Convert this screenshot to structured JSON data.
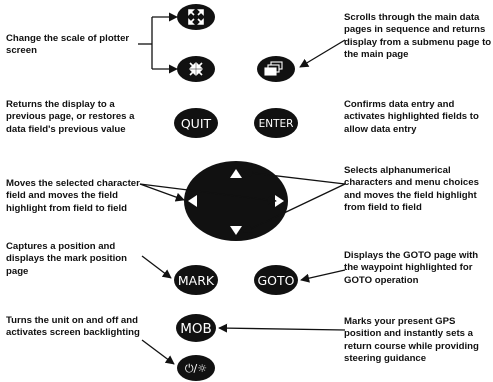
{
  "descriptions": {
    "zoom": "Change the scale of plotter screen",
    "page": "Scrolls through the main data pages in sequence and returns display from a submenu page to the main page",
    "quit": "Returns the display to a previous page, or restores a data field's previous value",
    "enter": "Confirms data entry and activates highlighted fields to allow data entry",
    "rocker_left": "Moves the selected character field and moves the field highlight from field to field",
    "rocker_right": "Selects alphanumerical characters and menu choices and moves the field highlight from field to field",
    "mark": "Captures a position and displays the mark position page",
    "goto": "Displays the GOTO page with the waypoint highlighted for GOTO operation",
    "power": "Turns the unit on and off and activates screen backlighting",
    "mob": "Marks your present GPS position and instantly sets a return course while providing steering guidance"
  },
  "buttons": {
    "quit": "QUIT",
    "enter": "ENTER",
    "mark": "MARK",
    "goto": "GOTO",
    "mob": "MOB",
    "power": "⏻/☼"
  },
  "icons": {
    "zoom_out": "zoom-out-arrows-icon",
    "zoom_in": "zoom-in-arrows-icon",
    "page": "page-stack-icon",
    "rocker": "four-way-rocker-arrows"
  },
  "colors": {
    "button_fill": "#111111",
    "button_text": "#ffffff",
    "leader_line": "#111111"
  }
}
